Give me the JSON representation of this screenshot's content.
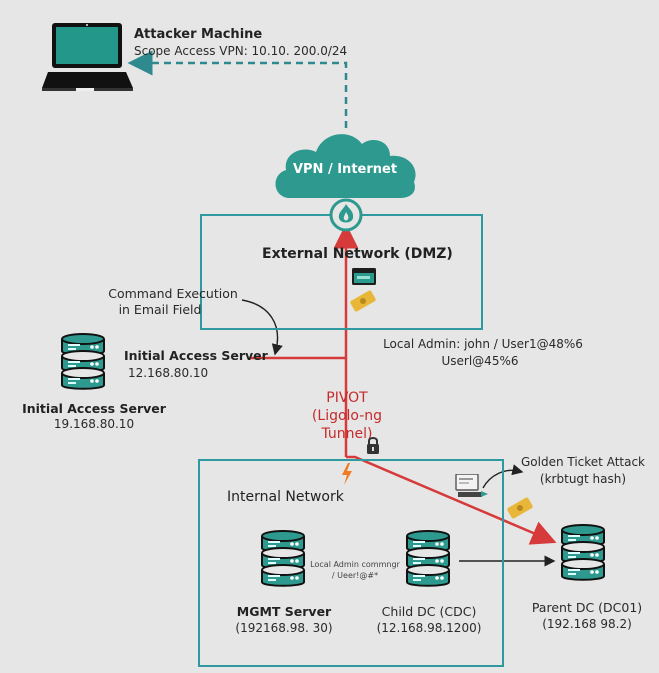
{
  "colors": {
    "background": "#e6e6e6",
    "teal": "#2e9a8f",
    "network_border": "#2e9aa0",
    "attack_path": "#d63a3a",
    "pivot_text": "#c62a2a",
    "lightning": "#f07b22",
    "ticket": "#e8b73a"
  },
  "attacker": {
    "title": "Attacker Machine",
    "subtitle": "Scope Access VPN: 10.10. 200.0/24",
    "icon": "laptop-icon"
  },
  "cloud": {
    "label": "VPN / Internet",
    "icon": "cloud-icon",
    "firewall_icon": "firewall-flame-icon"
  },
  "dmz": {
    "label": "External Network (DMZ)",
    "icons": [
      "terminal-icon",
      "ticket-icon"
    ]
  },
  "command_execution": {
    "line1": "Command Execution",
    "line2": "in Email Field"
  },
  "initial_access_inline": {
    "title": "Initial Access Server",
    "ip": "12.168.80.10"
  },
  "initial_access_server": {
    "title": "Initial Access Server",
    "ip": "19.168.80.10",
    "icon": "server-icon"
  },
  "local_admin": {
    "line1": "Local Admin: john / User1@48%6",
    "line2": "Userl@45%6"
  },
  "pivot": {
    "line1": "PIVOT",
    "line2": "(Ligolo-ng",
    "line3": "Tunnel)",
    "lock_icon": "lock-icon",
    "lightning_icon": "lightning-icon"
  },
  "golden_ticket": {
    "line1": "Golden Ticket Attack",
    "line2": "(krbtugt hash)",
    "icons": [
      "computer-icon",
      "ticket-icon"
    ]
  },
  "internal": {
    "label": "Internal Network",
    "between_label_1": "Local Admin commngr",
    "between_label_2": "/ Ueer!@#*"
  },
  "mgmt_server": {
    "title": "MGMT Server",
    "ip": "(192168.98. 30)"
  },
  "child_dc": {
    "title": "Child DC (CDC)",
    "ip": "(12.168.98.1200)"
  },
  "parent_dc": {
    "title": "Parent DC (DC01)",
    "ip": "(192.168 98.2)"
  }
}
